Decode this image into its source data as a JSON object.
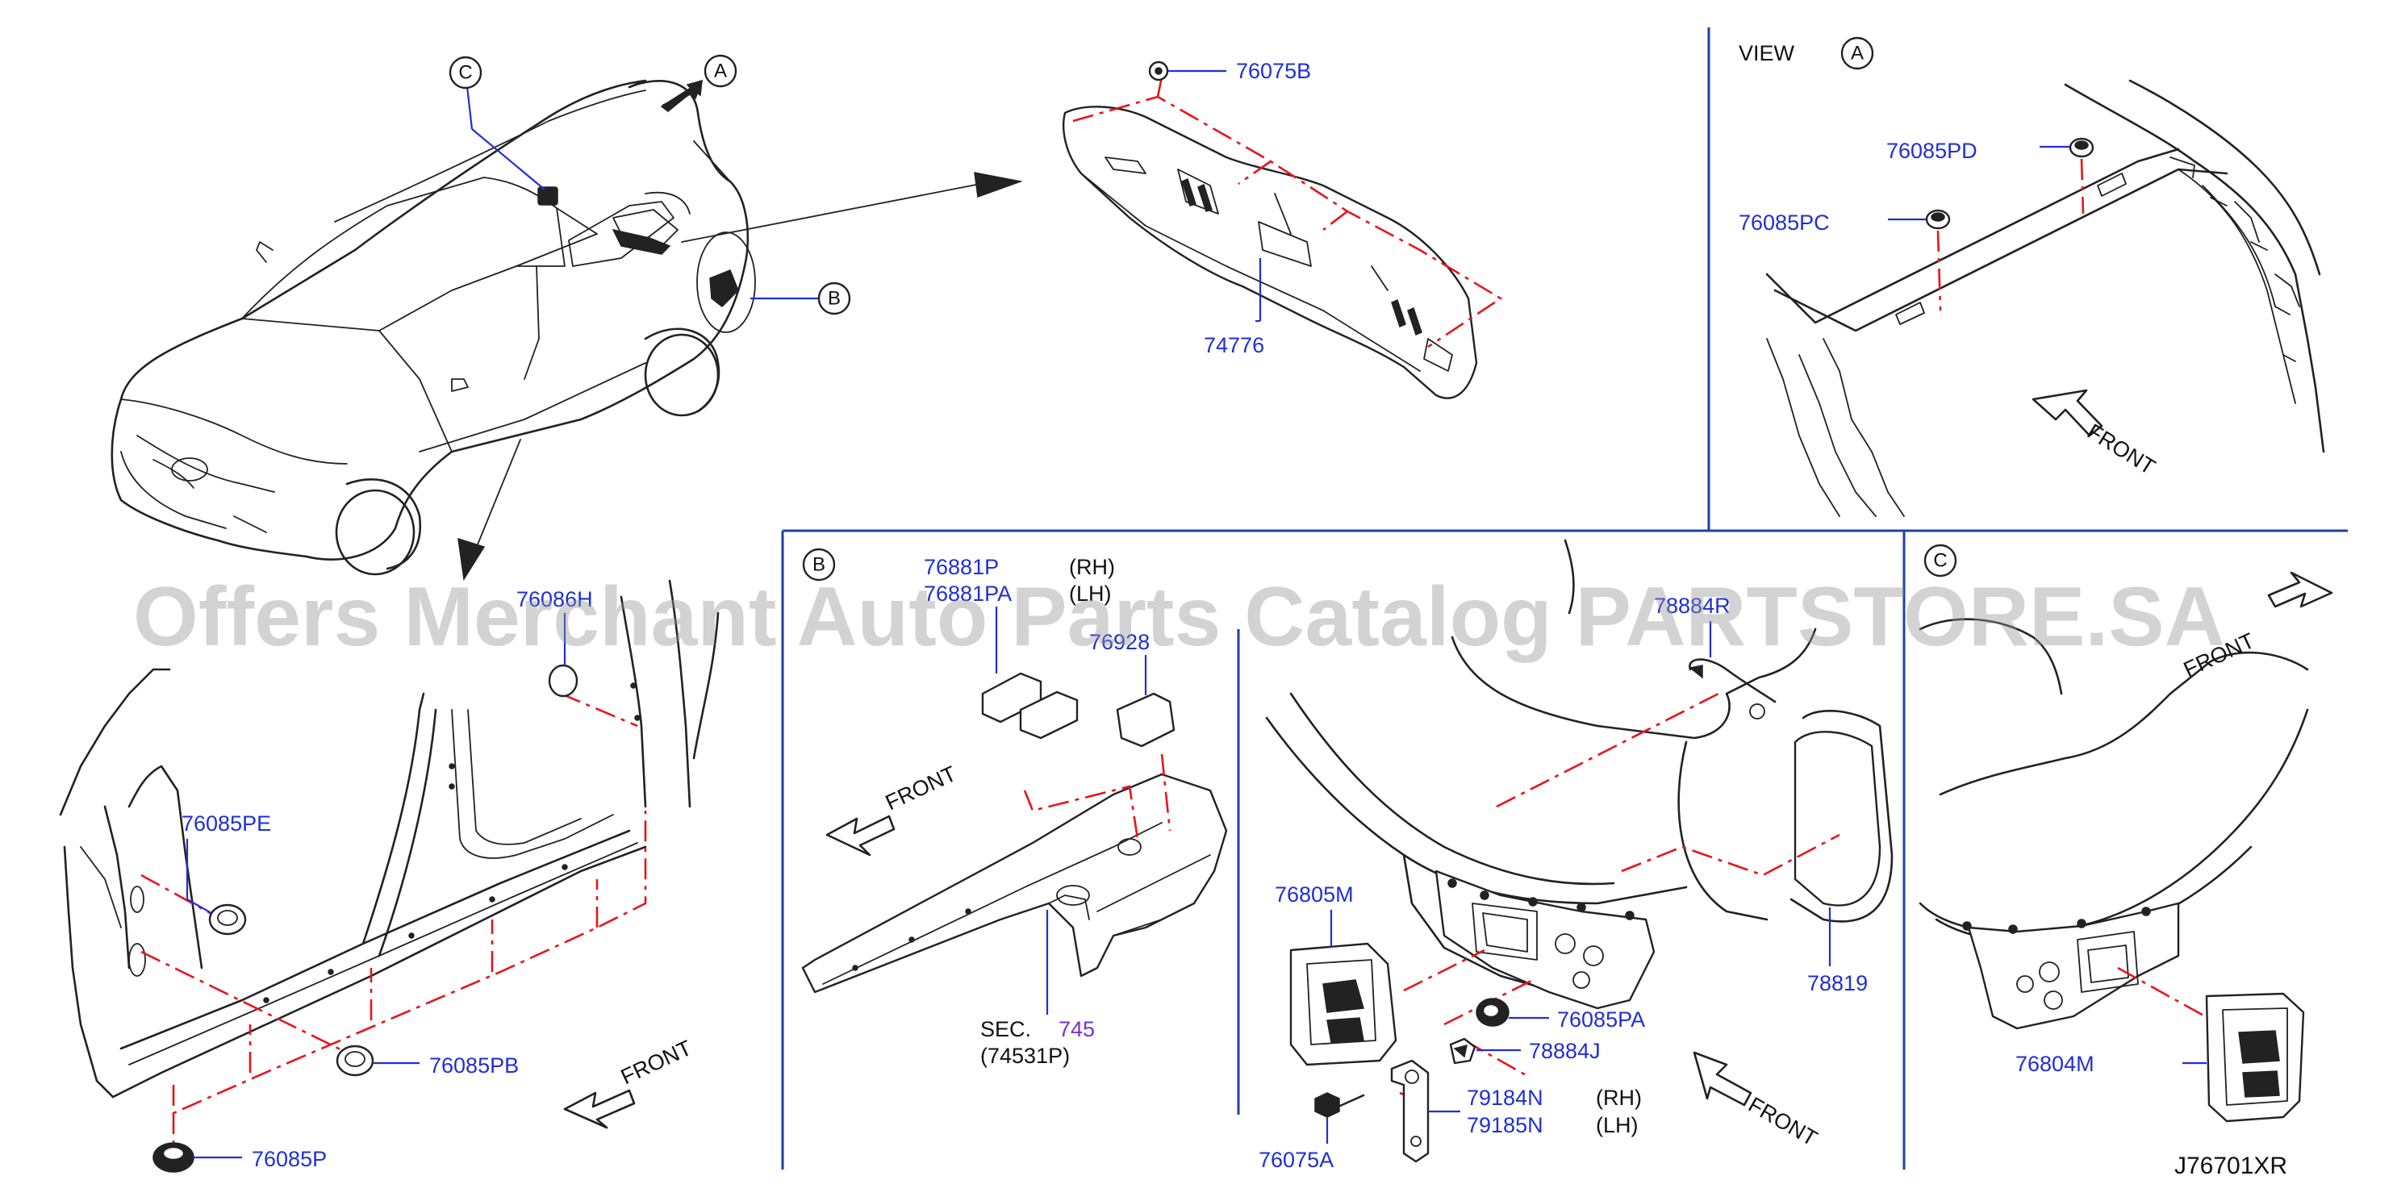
{
  "diagram_code": "J76701XR",
  "watermark": "Offers Merchant Auto Parts Catalog PARTSTORE.SA",
  "callouts": {
    "a": "A",
    "b": "B",
    "c": "C"
  },
  "view_label": "VIEW",
  "front_label": "FRONT",
  "sec_label": "SEC.",
  "sec_number": "745",
  "sec_sub": "(74531P)",
  "side_rh": "(RH)",
  "side_lh": "(LH)",
  "parts": {
    "p76075B": "76075B",
    "p74776": "74776",
    "p76085PD": "76085PD",
    "p76085PC": "76085PC",
    "p76086H": "76086H",
    "p76085PE": "76085PE",
    "p76085PB": "76085PB",
    "p76085P": "76085P",
    "p76881P": "76881P",
    "p76881PA": "76881PA",
    "p76928": "76928",
    "p78819": "78819",
    "p788X": "78884R",
    "p76805M": "76805M",
    "p76085PA": "76085PA",
    "p78884J": "78884J",
    "p79184N": "79184N",
    "p79185N": "79185N",
    "p76075A": "76075A",
    "p76804M": "76804M"
  }
}
